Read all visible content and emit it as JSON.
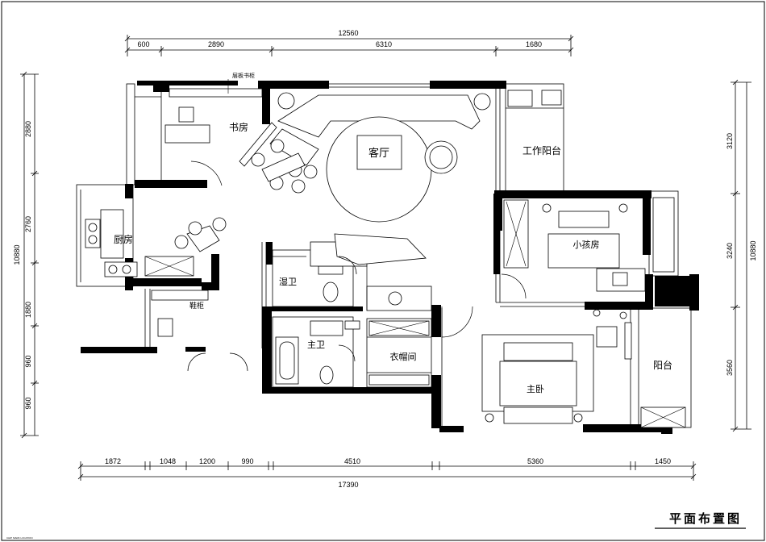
{
  "drawing": {
    "title": "平面布置图",
    "stamp": "CHIP MARK LOCATION"
  },
  "rooms": {
    "study": "书房",
    "bookshelf_note": "层板书柜",
    "living": "客厅",
    "work_balcony": "工作阳台",
    "kitchen": "厨房",
    "kids_room": "小孩房",
    "shoe_cabinet": "鞋柜",
    "wet_bath": "湿卫",
    "master_bath": "主卫",
    "cloakroom": "衣帽间",
    "master_bed": "主卧",
    "balcony": "阳台"
  },
  "dimensions": {
    "top_total": "12560",
    "top": [
      "600",
      "2890",
      "6310",
      "1680"
    ],
    "bottom_total": "17390",
    "bottom": [
      "1872",
      "1048",
      "1200",
      "990",
      "4510",
      "5360",
      "1450"
    ],
    "left_total": "10880",
    "left": [
      "2880",
      "2760",
      "1880",
      "960",
      "960"
    ],
    "right_total": "10880",
    "right": [
      "3120",
      "3240",
      "3560"
    ]
  }
}
